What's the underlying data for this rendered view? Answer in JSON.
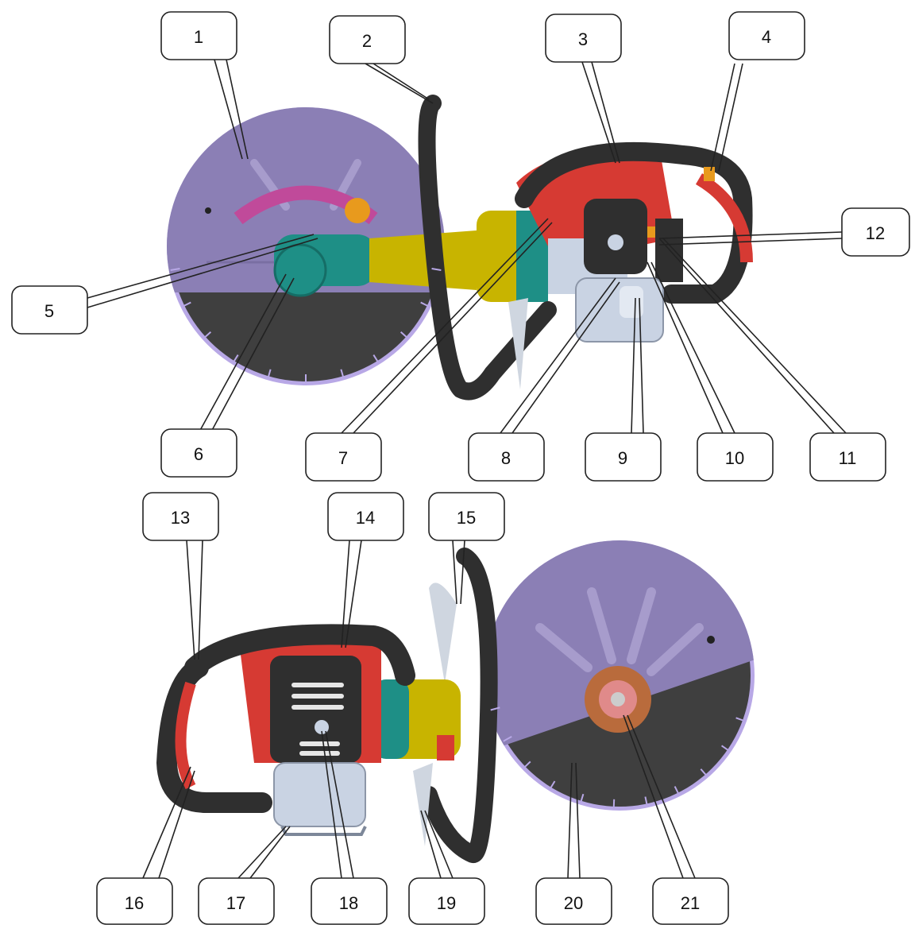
{
  "callouts": {
    "c1": "1",
    "c2": "2",
    "c3": "3",
    "c4": "4",
    "c5": "5",
    "c6": "6",
    "c7": "7",
    "c8": "8",
    "c9": "9",
    "c10": "10",
    "c11": "11",
    "c12": "12",
    "c13": "13",
    "c14": "14",
    "c15": "15",
    "c16": "16",
    "c17": "17",
    "c18": "18",
    "c19": "19",
    "c20": "20",
    "c21": "21"
  },
  "colors": {
    "blade_guard": "#8b7fb5",
    "blade": "#3f3f3f",
    "blade_teeth": "#b8a8e6",
    "arm_teal": "#1e8f86",
    "arm_yellow": "#c8b400",
    "engine_red": "#d63a33",
    "handle_black": "#2f2f2f",
    "tank_silver": "#c9d3e3",
    "accent_orange": "#e89a1d",
    "accent_pink": "#c04a9a",
    "flange_copper": "#b96b3c"
  }
}
